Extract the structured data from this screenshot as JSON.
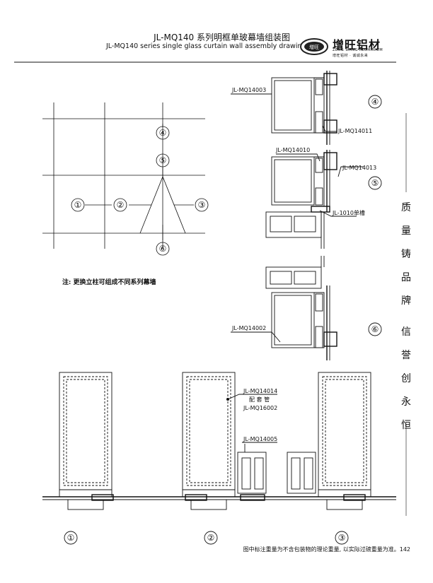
{
  "header": {
    "title_cn": "JL-MQ140 系列明框单玻幕墙组装图",
    "title_en": "JL-MQ140 series single glass curtain wall assembly drawing"
  },
  "brand": {
    "name_cn": "增旺铝材",
    "name_en": "ZENG WANG ALUMINIUM",
    "tagline": "增旺铝材 · 诚诚永来",
    "badge": "增旺"
  },
  "elevation": {
    "markers": [
      "①",
      "②",
      "③",
      "④",
      "⑤",
      "⑥"
    ]
  },
  "note": "注: 更换立柱可组成不同系列幕墙",
  "section_labels": {
    "mq14003": "JL-MQ14003",
    "mq14011": "JL-MQ14011",
    "mq14010": "JL-MQ14010",
    "mq14013": "JL-MQ14013",
    "seal": "JL-1010单槽",
    "mq14002": "JL-MQ14002",
    "mq14014": "JL-MQ14014",
    "pair": "配 套 管",
    "mq16002": "JL-MQ16002",
    "mq14005": "JL-MQ14005"
  },
  "side_markers": [
    "④",
    "⑤",
    "⑥"
  ],
  "bottom_markers": [
    "①",
    "②",
    "③"
  ],
  "slogan": [
    "质",
    "量",
    "铸",
    "品",
    "牌",
    "信",
    "誉",
    "创",
    "永",
    "恒"
  ],
  "footer": "图中标注重量为不含包装物的理论重量, 以实际过磅重量为准。142",
  "colors": {
    "line": "#111111",
    "brand": "#222222"
  }
}
